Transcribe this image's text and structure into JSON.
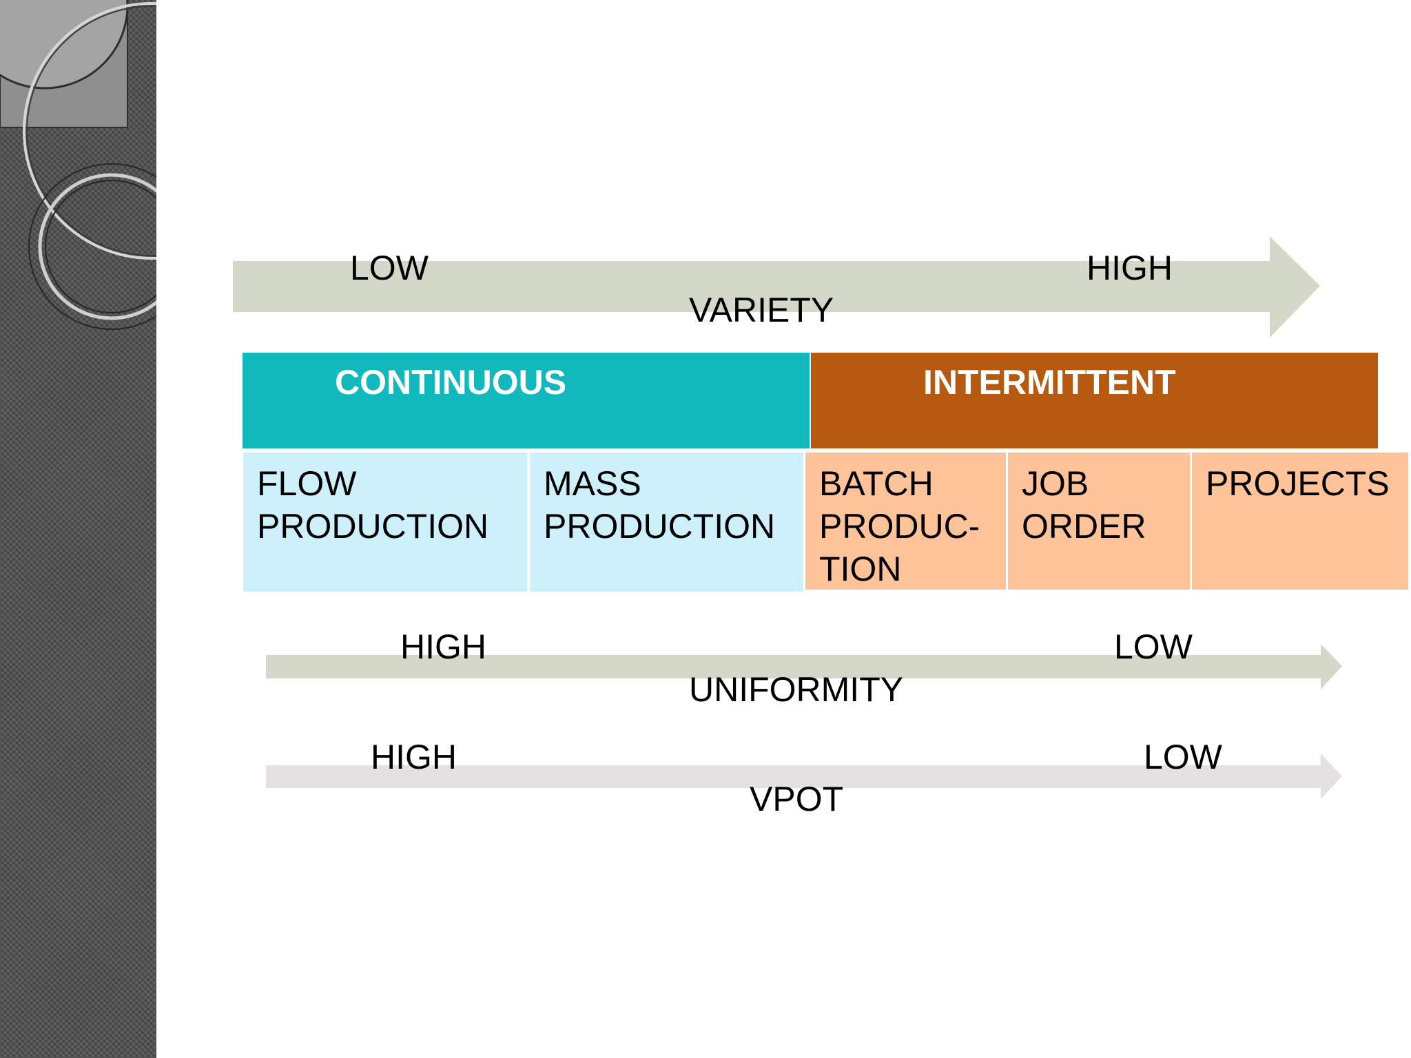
{
  "colors": {
    "arrow_green": "#d3d8c8",
    "arrow_pale": "#e6e1e1",
    "continuous": "#11b8bc",
    "intermittent": "#b65911",
    "cell_blue": "#cef0fa",
    "cell_orange": "#ffc39a"
  },
  "variety": {
    "low": "LOW",
    "high": "HIGH",
    "title": "VARIETY"
  },
  "bands": {
    "continuous": "CONTINUOUS",
    "intermittent": "INTERMITTENT"
  },
  "cells": [
    {
      "text": "FLOW\nPRODUCTION"
    },
    {
      "text": "MASS\nPRODUCTION"
    },
    {
      "text": "BATCH\nPRODUC-\nTION"
    },
    {
      "text": "JOB\nORDER"
    },
    {
      "text": "PROJECTS"
    }
  ],
  "uniformity": {
    "high": "HIGH",
    "low": "LOW",
    "title": "UNIFORMITY"
  },
  "vpot": {
    "high": "HIGH",
    "low": "LOW",
    "title": "VPOT"
  }
}
